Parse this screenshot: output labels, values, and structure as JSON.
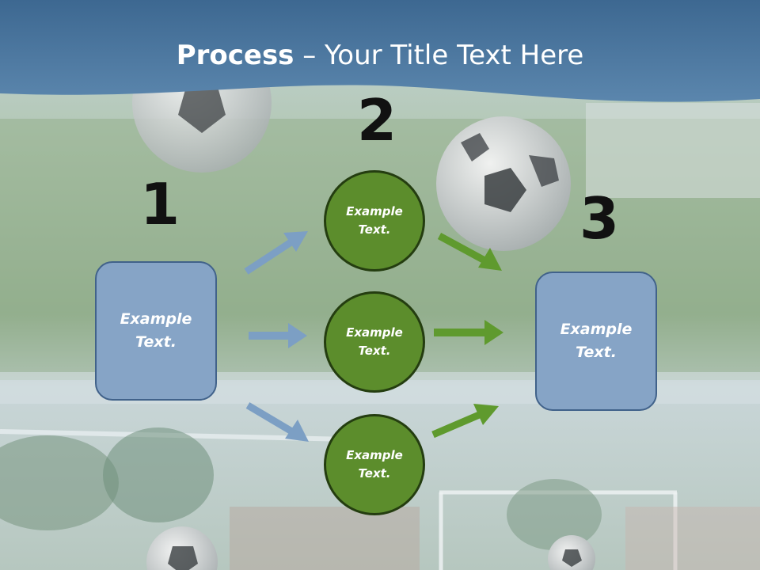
{
  "slide": {
    "title_bold": "Process",
    "title_rest": " – Your Title Text Here",
    "steps": {
      "one": "1",
      "two": "2",
      "three": "3"
    },
    "left_box": "Example Text.",
    "right_box": "Example Text.",
    "circles": [
      "Example Text.",
      "Example Text.",
      "Example Text."
    ]
  },
  "colors": {
    "header_band": "#4f7aa3",
    "box_fill": "#86a4c6",
    "box_border": "#41628a",
    "circle_fill": "#5c8d2c",
    "circle_border": "#243d10",
    "blue_arrow": "#7c9fc4",
    "green_arrow": "#5f9a2e"
  },
  "icons": [
    "soccer-ball-icon",
    "arrow-right-icon"
  ]
}
